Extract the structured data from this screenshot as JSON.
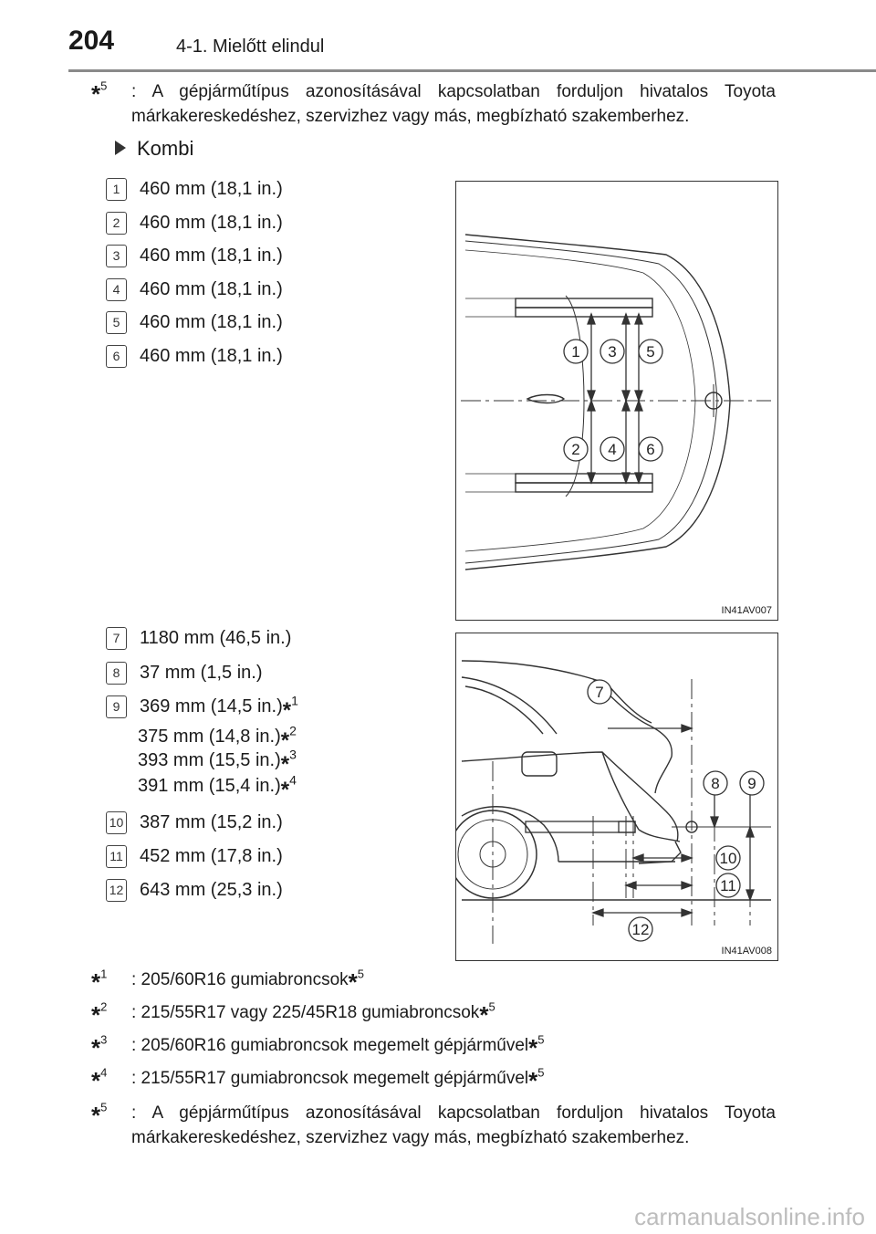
{
  "header": {
    "page_number": "204",
    "section": "4-1. Mielőtt elindul"
  },
  "top_note": {
    "marker": "5",
    "text": ": A gépjárműtípus azonosításával kapcsolatban forduljon hivatalos Toyota márkakereskedéshez, szervizhez vagy más, megbízható szakemberhez."
  },
  "subheading": "Kombi",
  "specs_group1": [
    {
      "n": "1",
      "value": "460 mm (18,1 in.)"
    },
    {
      "n": "2",
      "value": "460 mm (18,1 in.)"
    },
    {
      "n": "3",
      "value": "460 mm (18,1 in.)"
    },
    {
      "n": "4",
      "value": "460 mm (18,1 in.)"
    },
    {
      "n": "5",
      "value": "460 mm (18,1 in.)"
    },
    {
      "n": "6",
      "value": "460 mm (18,1 in.)"
    }
  ],
  "figure1": {
    "code": "IN41AV007",
    "callouts": [
      "1",
      "3",
      "5",
      "2",
      "4",
      "6"
    ]
  },
  "specs_group2": {
    "s7": {
      "n": "7",
      "value": "1180 mm (46,5 in.)"
    },
    "s8": {
      "n": "8",
      "value": "37 mm (1,5 in.)"
    },
    "s9": {
      "n": "9",
      "lines": [
        {
          "value": "369 mm (14,5 in.)",
          "ref": "1"
        },
        {
          "value": "375 mm (14,8 in.)",
          "ref": "2"
        },
        {
          "value": "393 mm (15,5 in.)",
          "ref": "3"
        },
        {
          "value": "391 mm (15,4 in.)",
          "ref": "4"
        }
      ]
    },
    "s10": {
      "n": "10",
      "value": "387 mm (15,2 in.)"
    },
    "s11": {
      "n": "11",
      "value": "452 mm (17,8 in.)"
    },
    "s12": {
      "n": "12",
      "value": "643 mm (25,3 in.)"
    }
  },
  "figure2": {
    "code": "IN41AV008",
    "callouts": [
      "7",
      "8",
      "9",
      "10",
      "11",
      "12"
    ]
  },
  "footnotes": [
    {
      "marker": "1",
      "text": ": 205/60R16 gumiabroncsok",
      "ref": "5"
    },
    {
      "marker": "2",
      "text": ": 215/55R17 vagy 225/45R18 gumiabroncsok",
      "ref": "5"
    },
    {
      "marker": "3",
      "text": ": 205/60R16 gumiabroncsok megemelt gépjárművel",
      "ref": "5"
    },
    {
      "marker": "4",
      "text": ": 215/55R17 gumiabroncsok megemelt gépjárművel",
      "ref": "5"
    }
  ],
  "bottom_note": {
    "marker": "5",
    "text": ": A gépjárműtípus azonosításával kapcsolatban forduljon hivatalos Toyota márkakereskedéshez, szervizhez vagy más, megbízható szakemberhez."
  },
  "watermark": "carmanualsonline.info"
}
